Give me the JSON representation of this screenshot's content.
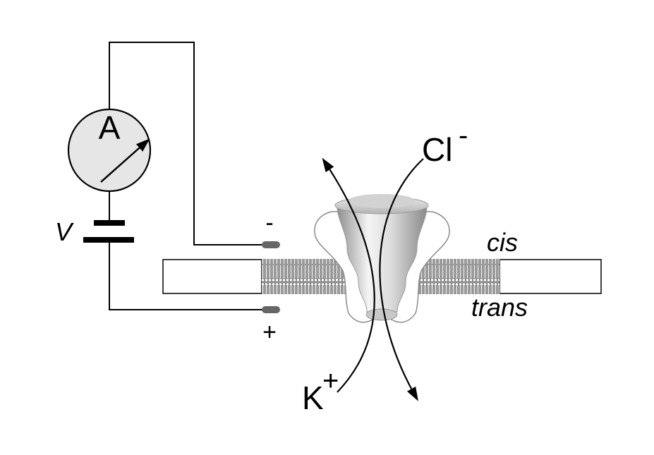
{
  "labels": {
    "ammeter": "A",
    "voltage": "V",
    "negative_terminal": "-",
    "positive_terminal": "+",
    "chloride_ion": "Cl",
    "chloride_charge": "-",
    "potassium_ion": "K",
    "potassium_charge": "+",
    "cis_side": "cis",
    "trans_side": "trans"
  },
  "colors": {
    "line": "#000000",
    "ammeter_face": "#e6e6e6",
    "electrode": "#666666",
    "membrane": "#8c8c8c",
    "pore_light": "#f2f2f2",
    "pore_shade": "#a9a9a9"
  }
}
